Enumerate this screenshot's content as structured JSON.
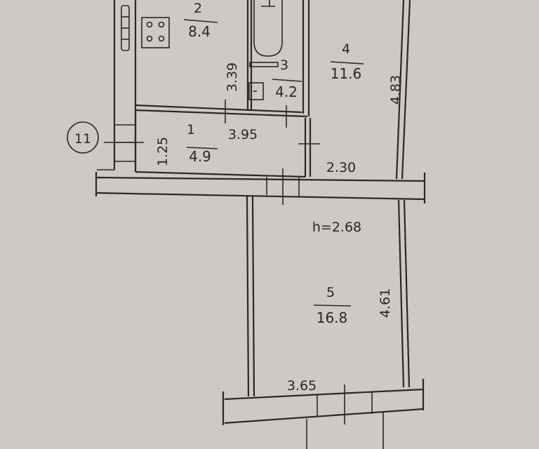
{
  "plan": {
    "ceiling_height": "h=2.68",
    "axis_marker": "11",
    "rooms": [
      {
        "number": "1",
        "area": "4.9"
      },
      {
        "number": "2",
        "area": "8.4"
      },
      {
        "number": "3",
        "area": "4.2"
      },
      {
        "number": "4",
        "area": "11.6"
      },
      {
        "number": "5",
        "area": "16.8"
      }
    ],
    "dimensions": {
      "kitchen_depth": "3.39",
      "hall_length": "3.95",
      "hall_width": "1.25",
      "room4_width": "2.30",
      "room4_depth": "4.83",
      "room5_depth": "4.61",
      "room5_width": "3.65"
    }
  },
  "colors": {
    "paper": "#cdc9c6",
    "ink": "#2e2724"
  }
}
